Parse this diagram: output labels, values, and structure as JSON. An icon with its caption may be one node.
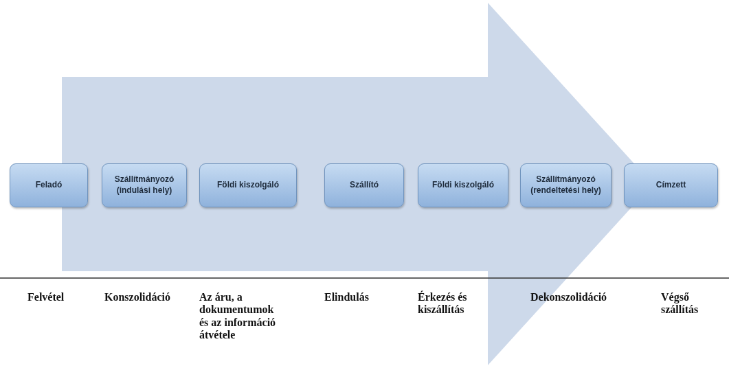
{
  "diagram": {
    "nodes": [
      {
        "text": [
          "Feladó"
        ]
      },
      {
        "text": [
          "Szállítmányozó (indulási hely)"
        ]
      },
      {
        "text": [
          "Földi kiszolgáló"
        ]
      },
      {
        "text": [
          "Szállító"
        ]
      },
      {
        "text": [
          "Földi kiszolgáló"
        ]
      },
      {
        "text": [
          "Szállítmányozó (rendeltetési hely)"
        ]
      },
      {
        "text": [
          "Címzett"
        ]
      }
    ],
    "edges": [
      {
        "from": 0,
        "to": 6,
        "arrow": "to"
      }
    ],
    "labels": [
      "Felvétel",
      "Konszolidáció",
      "Az áru, a dokumentumok és az információ átvétele",
      "Elindulás",
      "Érkezés és kiszállítás",
      "Dekonszolidáció",
      "Végső szállítás"
    ]
  }
}
